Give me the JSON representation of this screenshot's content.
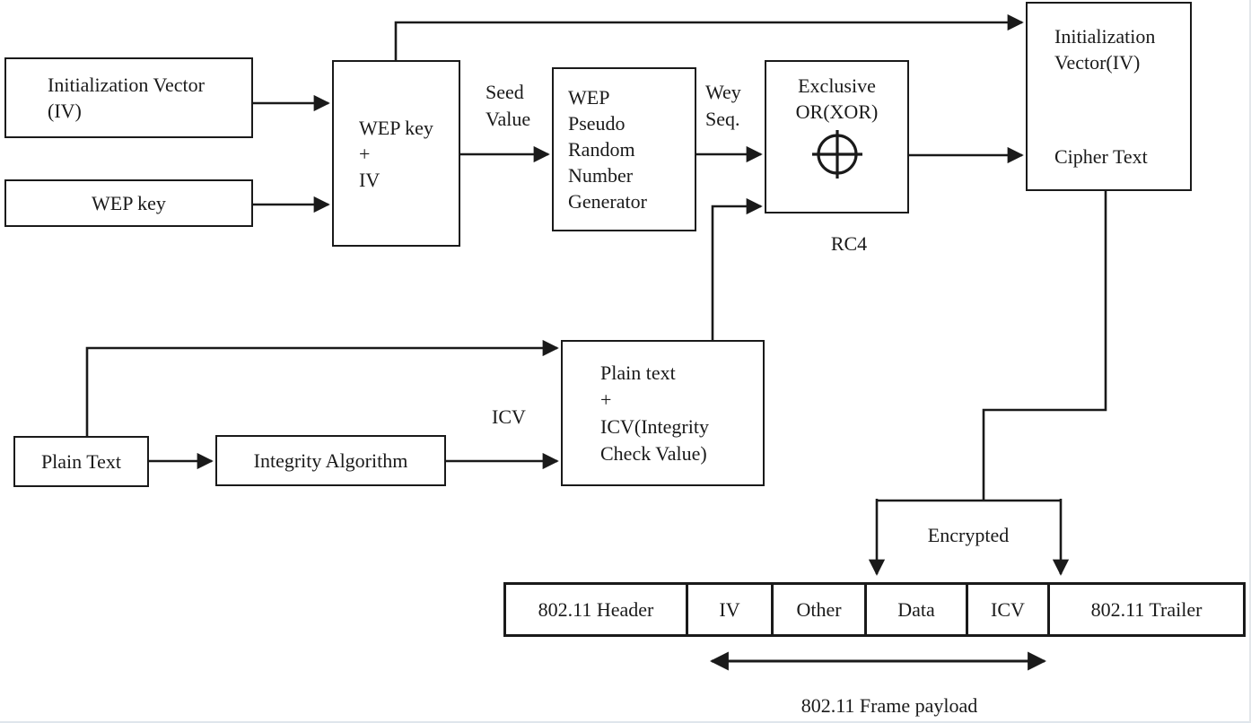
{
  "colors": {
    "ink": "#1a1a1a",
    "canvas": "#ffffff"
  },
  "nodes": {
    "iv": {
      "lines": [
        "Initialization Vector",
        "(IV)"
      ]
    },
    "wep_key": {
      "label": "WEP key"
    },
    "wep_key_iv": {
      "lines": [
        "WEP key",
        "+",
        "IV"
      ]
    },
    "prng": {
      "lines": [
        "WEP",
        "Pseudo",
        "Random",
        "Number",
        "Generator"
      ]
    },
    "xor": {
      "lines": [
        "Exclusive",
        "OR(XOR)"
      ],
      "symbol": "xor-circle-plus"
    },
    "iv_cipher": {
      "top_lines": [
        "Initialization",
        "Vector(IV)"
      ],
      "bottom_line": "Cipher Text"
    },
    "plain_text": {
      "label": "Plain Text"
    },
    "integrity": {
      "label": "Integrity Algorithm"
    },
    "plain_icv": {
      "lines": [
        "Plain text",
        "+",
        "ICV(Integrity",
        "Check Value)"
      ]
    }
  },
  "edge_labels": {
    "seed_value": [
      "Seed",
      "Value"
    ],
    "wey_seq": [
      "Wey",
      "Seq."
    ],
    "rc4": "RC4",
    "icv": "ICV",
    "encrypted": "Encrypted",
    "frame_payload": "802.11 Frame payload"
  },
  "frame": {
    "cells": [
      {
        "label": "802.11 Header"
      },
      {
        "label": "IV"
      },
      {
        "label": "Other"
      },
      {
        "label": "Data"
      },
      {
        "label": "ICV"
      },
      {
        "label": "802.11 Trailer"
      }
    ]
  }
}
